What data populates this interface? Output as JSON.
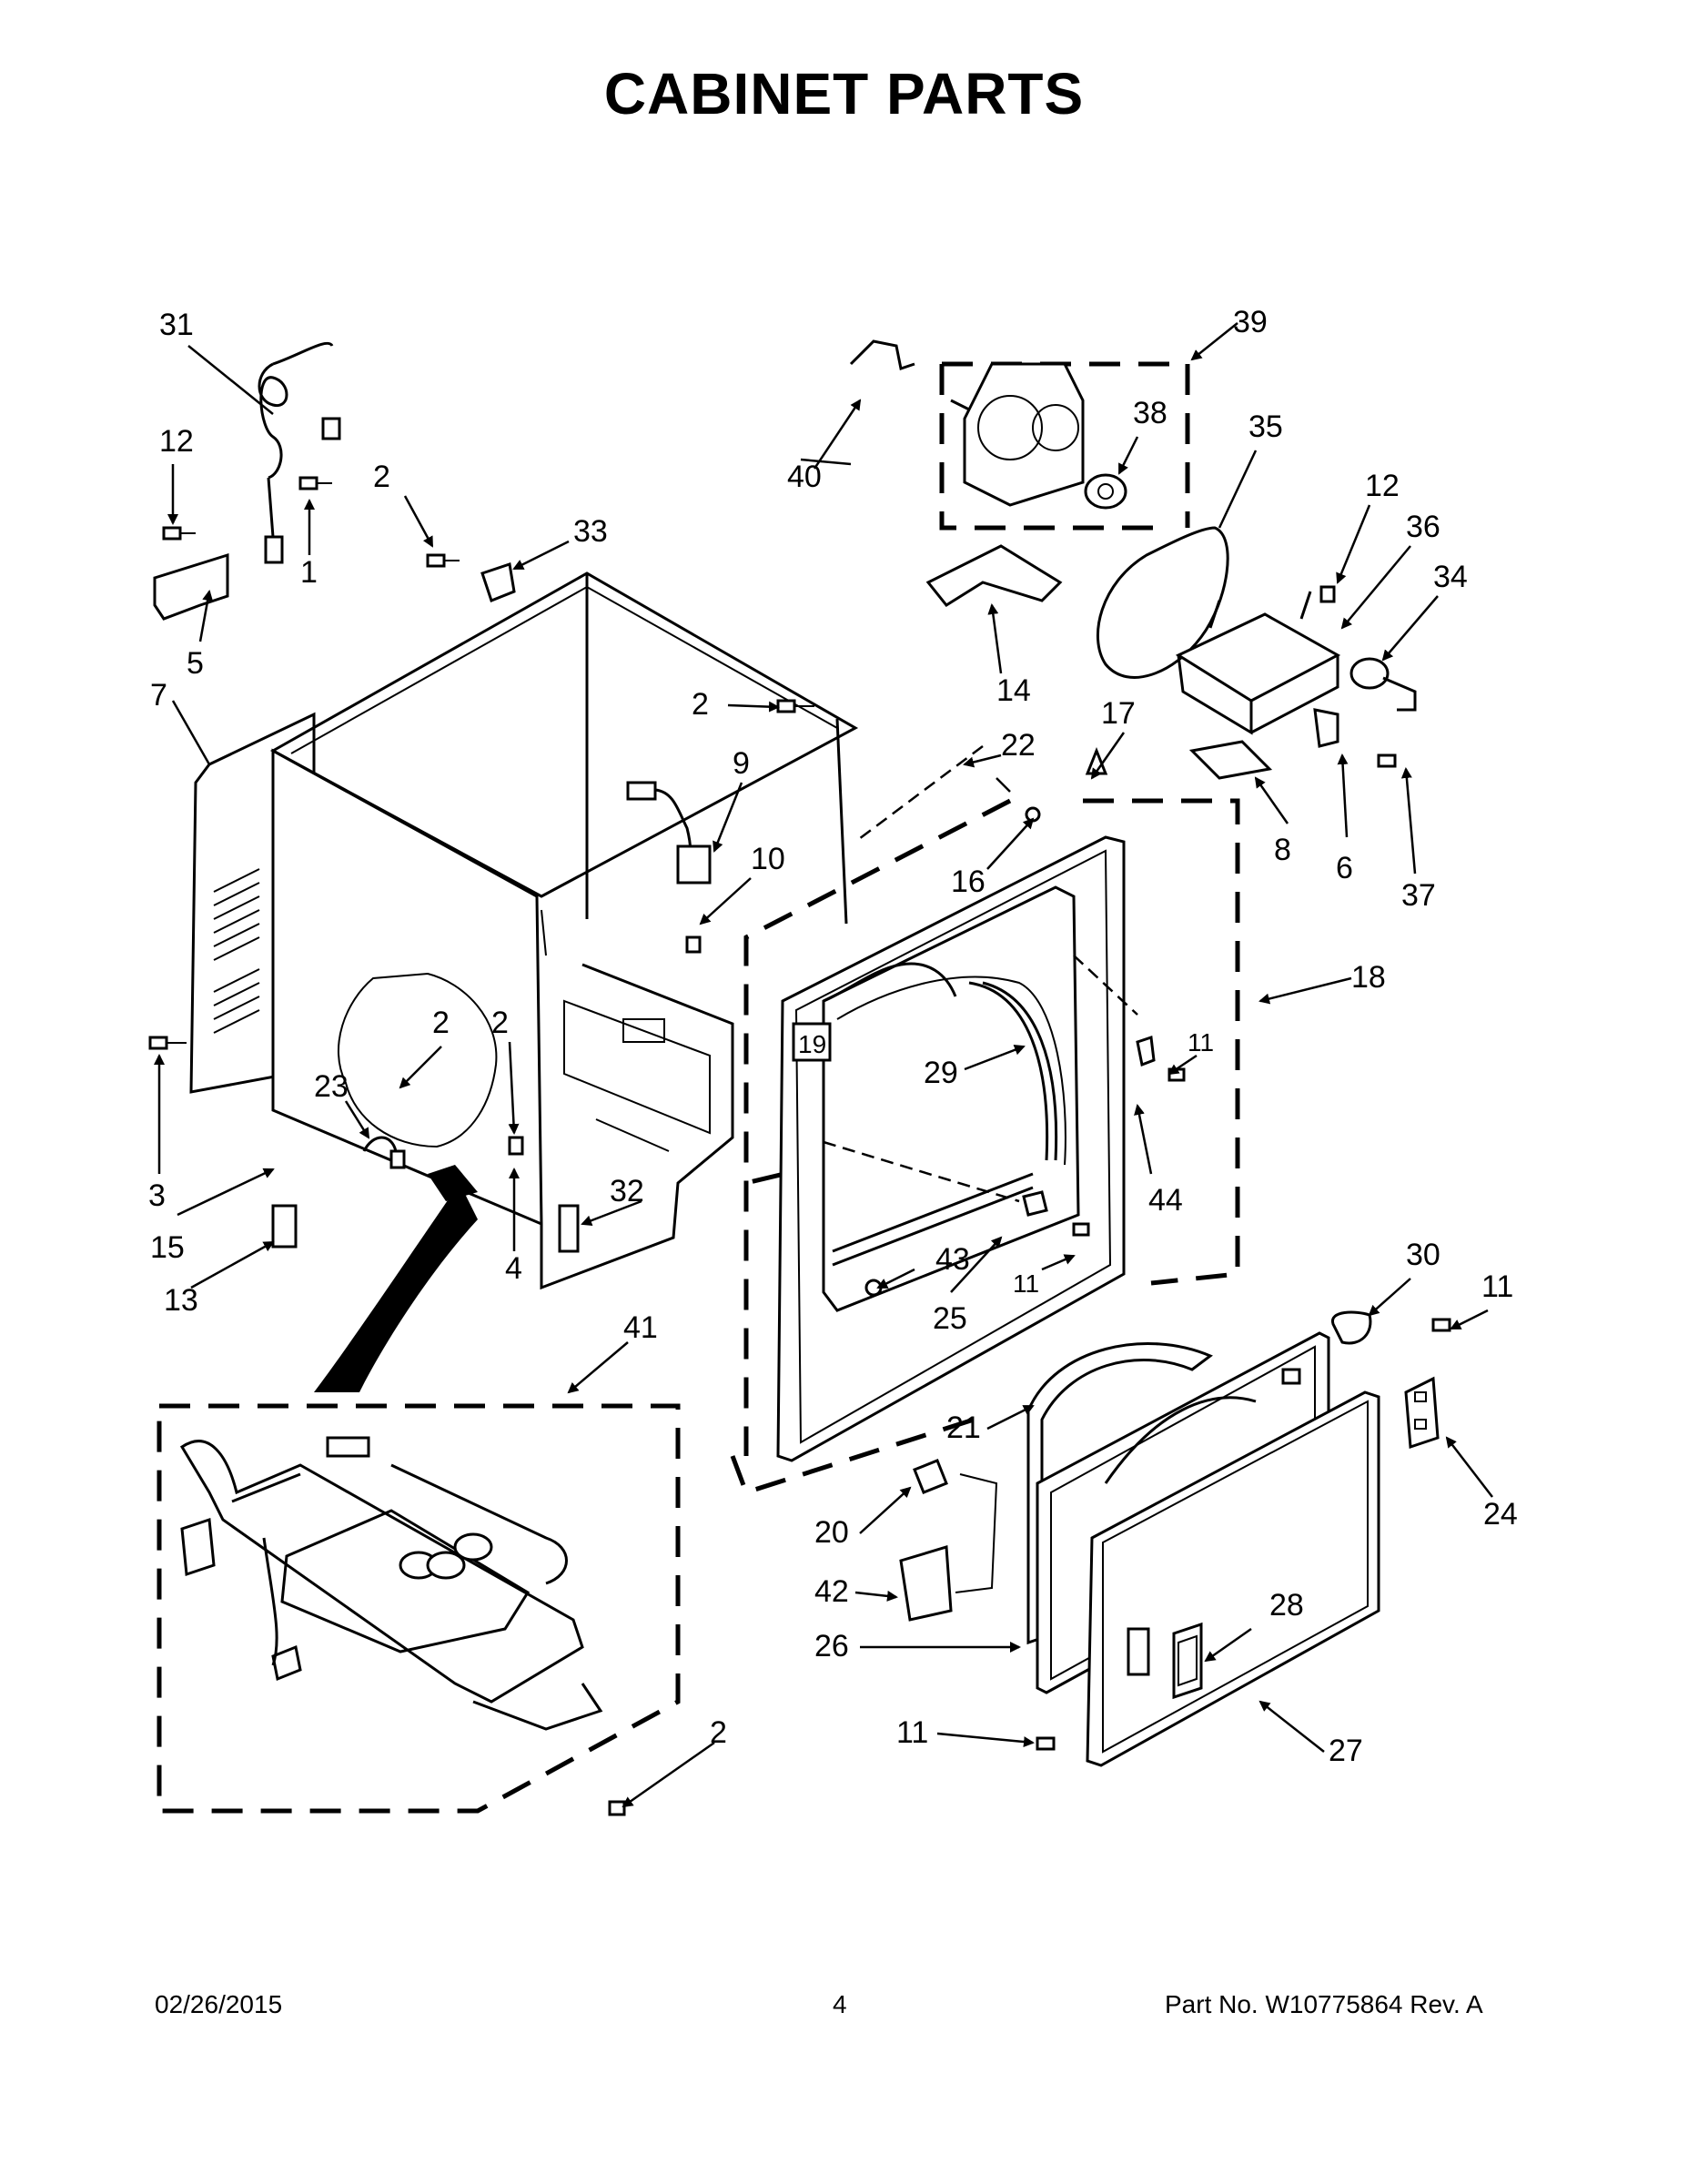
{
  "title": "CABINET PARTS",
  "footer": {
    "date": "02/26/2015",
    "page": "4",
    "part_no": "Part No.  W10775864  Rev.  A"
  },
  "callouts": {
    "c1": "1",
    "c2": "2",
    "c3": "3",
    "c4": "4",
    "c5": "5",
    "c6": "6",
    "c7": "7",
    "c8": "8",
    "c9": "9",
    "c10": "10",
    "c11": "11",
    "c12": "12",
    "c13": "13",
    "c14": "14",
    "c15": "15",
    "c16": "16",
    "c17": "17",
    "c18": "18",
    "c19": "19",
    "c20": "20",
    "c21": "21",
    "c22": "22",
    "c23": "23",
    "c24": "24",
    "c25": "25",
    "c26": "26",
    "c27": "27",
    "c28": "28",
    "c29": "29",
    "c30": "30",
    "c31": "31",
    "c32": "32",
    "c33": "33",
    "c34": "34",
    "c35": "35",
    "c36": "36",
    "c37": "37",
    "c38": "38",
    "c39": "39",
    "c40": "40",
    "c41": "41",
    "c42": "42",
    "c43": "43",
    "c44": "44"
  }
}
